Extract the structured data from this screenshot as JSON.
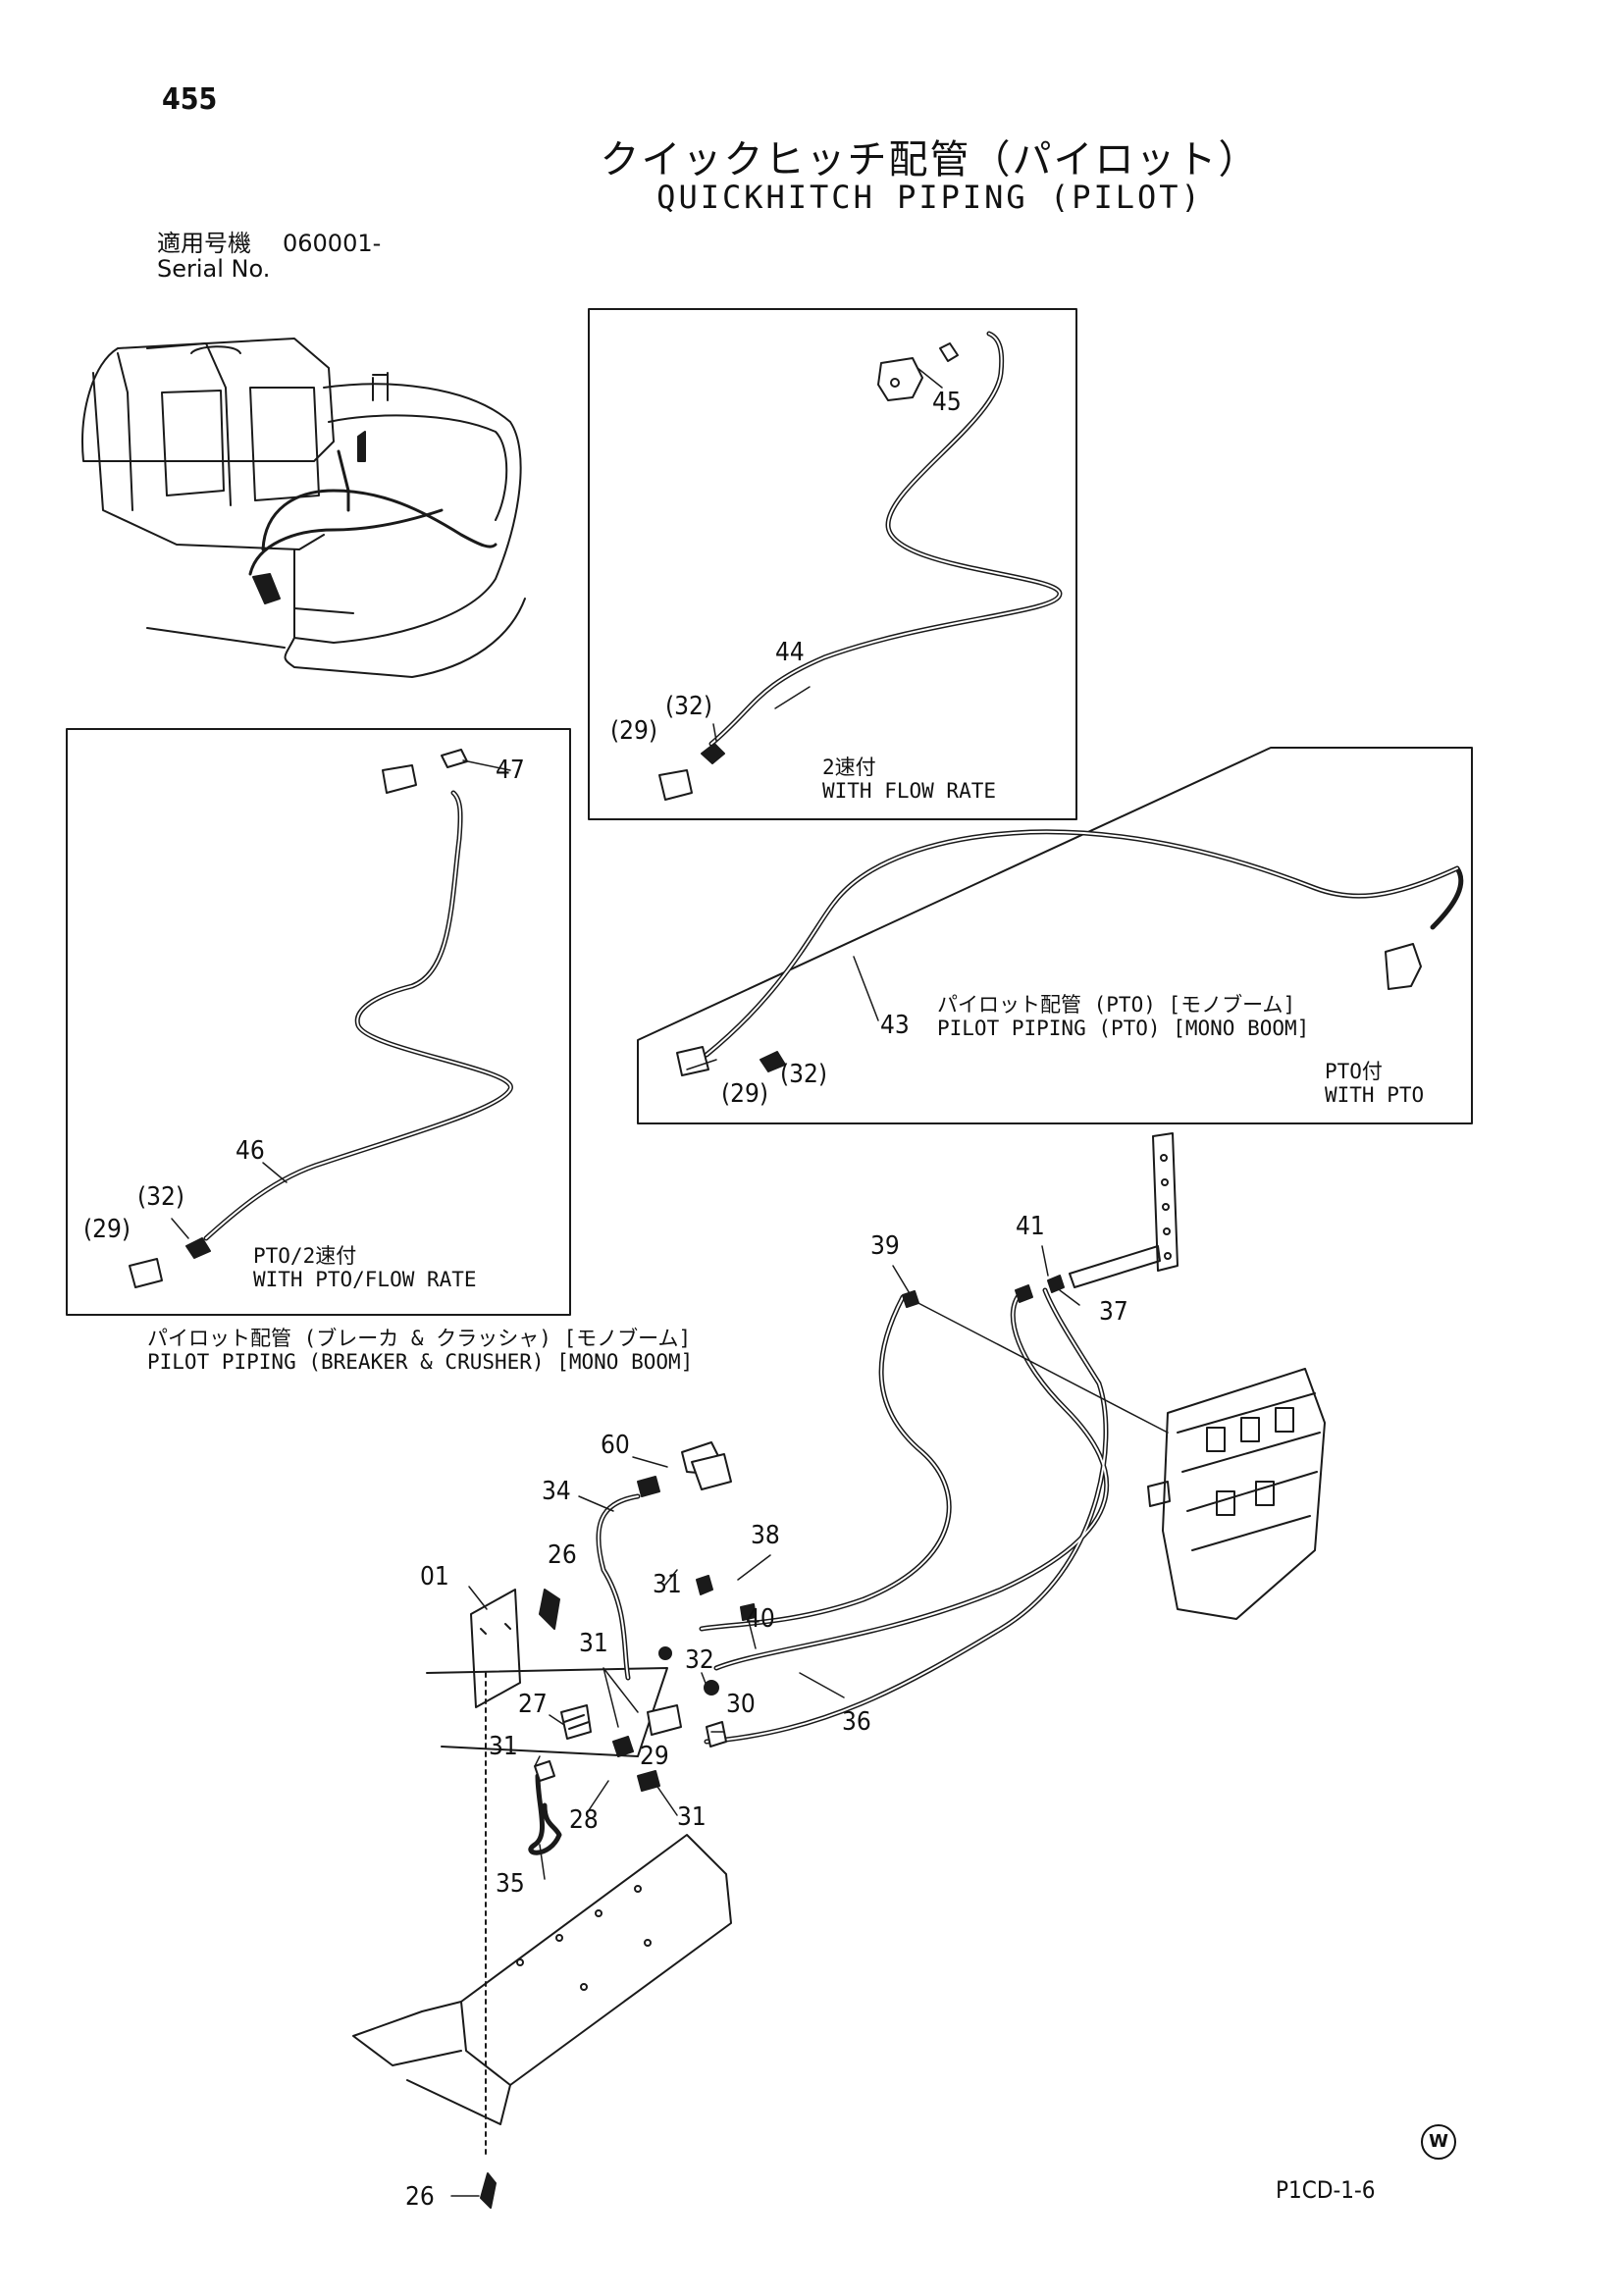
{
  "header": {
    "page_number": "455",
    "title_ja": "クイックヒッチ配管（パイロット）",
    "title_en": "QUICKHITCH PIPING (PILOT)",
    "serial_label_ja": "適用号機",
    "serial_label_en": "Serial No.",
    "serial_value": "060001-"
  },
  "insets": {
    "flow_rate": {
      "note_ja": "2速付",
      "note_en": "WITH  FLOW  RATE"
    },
    "pto_flow": {
      "note_ja": "PTO/2速付",
      "note_en": "WITH  PTO/FLOW  RATE"
    },
    "pto": {
      "title_ja": "パイロット配管  (PTO)  [モノブーム]",
      "title_en": "PILOT  PIPING  (PTO)  [MONO  BOOM]",
      "note_ja": "PTO付",
      "note_en": "WITH  PTO"
    }
  },
  "main_assembly": {
    "title_ja": "パイロット配管  (ブレーカ & クラッシャ)  [モノブーム]",
    "title_en": "PILOT  PIPING  (BREAKER & CRUSHER)  [MONO  BOOM]"
  },
  "callouts": {
    "c45": "45",
    "c44": "44",
    "c29a": "(29)",
    "c32a": "(32)",
    "c47": "47",
    "c46": "46",
    "c29b": "(29)",
    "c32b": "(32)",
    "c43": "43",
    "c29c": "(29)",
    "c32c": "(32)",
    "c39": "39",
    "c41": "41",
    "c37": "37",
    "c60": "60",
    "c34": "34",
    "c38": "38",
    "c01": "01",
    "c26a": "26",
    "c31a": "31",
    "c31b": "31",
    "c40": "40",
    "c32d": "32",
    "c27": "27",
    "c30": "30",
    "c36": "36",
    "c29d": "29",
    "c31c": "31",
    "c28": "28",
    "c31d": "31",
    "c35": "35",
    "c26b": "26"
  },
  "footer": {
    "page_code": "P1CD-1-6",
    "w_mark": "W"
  }
}
